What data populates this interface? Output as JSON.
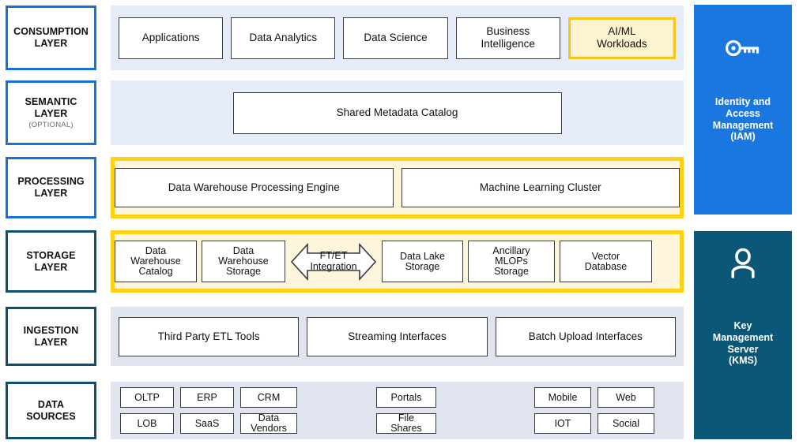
{
  "diagram": {
    "title": "Modern Data Platform Layered Architecture",
    "colors": {
      "accent_blue": "#1a73d4",
      "accent_teal": "#10506e",
      "highlight_yellow": "#fcd116",
      "highlight_fill": "#fdf6dd",
      "strip_lavender": "#e6ecfa",
      "strip_grayblue": "#dfe4ee",
      "iam_panel": "#1b77e0",
      "kms_panel": "#0a5778"
    }
  },
  "layers": {
    "consumption": {
      "label_line1": "CONSUMPTION",
      "label_line2": "LAYER",
      "nodes": [
        {
          "label": "Applications",
          "highlight": false
        },
        {
          "label": "Data Analytics",
          "highlight": false
        },
        {
          "label": "Data Science",
          "highlight": false
        },
        {
          "label": "Business\nIntelligence",
          "highlight": false
        },
        {
          "label": "AI/ML\nWorkloads",
          "highlight": true
        }
      ]
    },
    "semantic": {
      "label_line1": "SEMANTIC",
      "label_line2": "LAYER",
      "label_sub": "(OPTIONAL)",
      "nodes": [
        {
          "label": "Shared Metadata Catalog"
        }
      ]
    },
    "processing": {
      "label_line1": "PROCESSING",
      "label_line2": "LAYER",
      "nodes": [
        {
          "label": "Data Warehouse Processing Engine"
        },
        {
          "label": "Machine Learning Cluster"
        }
      ]
    },
    "storage": {
      "label_line1": "STORAGE",
      "label_line2": "LAYER",
      "nodes": [
        {
          "label": "Data\nWarehouse\nCatalog"
        },
        {
          "label": "Data\nWarehouse\nStorage"
        },
        {
          "label": "Data Lake\nStorage"
        },
        {
          "label": "Ancillary\nMLOPs\nStorage"
        },
        {
          "label": "Vector\nDatabase"
        }
      ],
      "arrow": {
        "label": "FT/ET\nIntegration",
        "direction": "bidirectional"
      }
    },
    "ingestion": {
      "label_line1": "INGESTION",
      "label_line2": "LAYER",
      "nodes": [
        {
          "label": "Third Party ETL Tools"
        },
        {
          "label": "Streaming Interfaces"
        },
        {
          "label": "Batch Upload Interfaces"
        }
      ]
    },
    "data_sources": {
      "label_line1": "DATA",
      "label_line2": "SOURCES",
      "groups": [
        {
          "name": "enterprise-systems",
          "rows": [
            [
              "OLTP",
              "ERP",
              "CRM"
            ],
            [
              "LOB",
              "SaaS",
              "Data\nVendors"
            ]
          ]
        },
        {
          "name": "content-channels",
          "rows": [
            [
              "Portals"
            ],
            [
              "File\nShares"
            ]
          ]
        },
        {
          "name": "digital-channels",
          "rows": [
            [
              "Mobile",
              "Web"
            ],
            [
              "IOT",
              "Social"
            ]
          ]
        }
      ]
    }
  },
  "security": {
    "iam": {
      "icon": "key-icon",
      "title": "Identity and\nAccess\nManagement\n(IAM)"
    },
    "kms": {
      "icon": "person-icon",
      "title": "Key\nManagement\nServer\n(KMS)"
    }
  }
}
